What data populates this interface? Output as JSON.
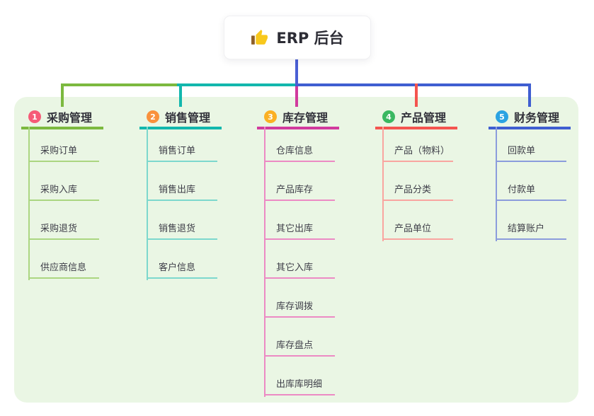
{
  "root": {
    "label": "ERP 后台",
    "icon": "thumbs-up"
  },
  "colors": {
    "canvas_bg": "#ffffff",
    "panel_bg": "#eaf6e4",
    "trunk_blue": "#4a5fd4",
    "root_text": "#2c2c35",
    "thumb_hand": "#f8c81c",
    "thumb_cuff": "#8d5f28"
  },
  "branches": [
    {
      "badge": "1",
      "label": "采购管理",
      "badge_color": "#f65b77",
      "line_color": "#7cb93f",
      "child_line_color": "#abd681",
      "children": [
        "采购订单",
        "采购入库",
        "采购退货",
        "供应商信息"
      ]
    },
    {
      "badge": "2",
      "label": "销售管理",
      "badge_color": "#f9913c",
      "line_color": "#12b7ad",
      "child_line_color": "#7dd8cd",
      "children": [
        "销售订单",
        "销售出库",
        "销售退货",
        "客户信息"
      ]
    },
    {
      "badge": "3",
      "label": "库存管理",
      "badge_color": "#fbb024",
      "line_color": "#d13a9d",
      "child_line_color": "#ec8ac4",
      "children": [
        "仓库信息",
        "产品库存",
        "其它出库",
        "其它入库",
        "库存调拨",
        "库存盘点",
        "出库库明细"
      ]
    },
    {
      "badge": "4",
      "label": "产品管理",
      "badge_color": "#3ab861",
      "line_color": "#f4544f",
      "child_line_color": "#f9a5a0",
      "children": [
        "产品（物料）",
        "产品分类",
        "产品单位"
      ]
    },
    {
      "badge": "5",
      "label": "财务管理",
      "badge_color": "#2ba3e2",
      "line_color": "#3f5ed1",
      "child_line_color": "#8b9cdc",
      "children": [
        "回款单",
        "付款单",
        "结算账户"
      ]
    }
  ]
}
